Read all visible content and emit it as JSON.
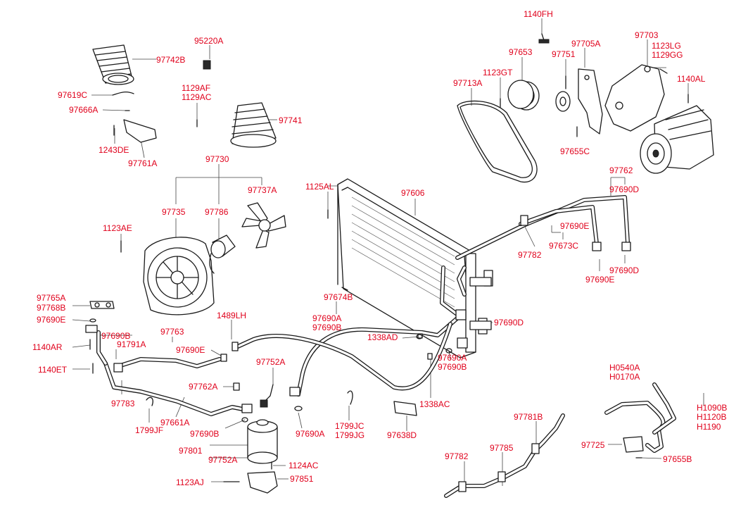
{
  "diagram": {
    "label_color": "#e0001b",
    "labels": {
      "l_1140FH": "1140FH",
      "l_95220A": "95220A",
      "l_97742B": "97742B",
      "l_97653": "97653",
      "l_97705A": "97705A",
      "l_97703": "97703",
      "l_1123LG": "1123LG",
      "l_1129GG": "1129GG",
      "l_97751": "97751",
      "l_1123GT": "1123GT",
      "l_1140AL": "1140AL",
      "l_97713A": "97713A",
      "l_1129AF": "1129AF",
      "l_1129AC": "1129AC",
      "l_97619C": "97619C",
      "l_97666A": "97666A",
      "l_97741": "97741",
      "l_97655C_top": "97655C",
      "l_1243DE": "1243DE",
      "l_97761A": "97761A",
      "l_97730": "97730",
      "l_97762_top": "97762",
      "l_97690D_r1": "97690D",
      "l_1125AL": "1125AL",
      "l_97606": "97606",
      "l_97735": "97735",
      "l_97786": "97786",
      "l_97737A": "97737A",
      "l_97690E_r": "97690E",
      "l_97673C": "97673C",
      "l_97782_r": "97782",
      "l_1123AE": "1123AE",
      "l_97690D_r2": "97690D",
      "l_97690E_r2": "97690E",
      "l_97765A": "97765A",
      "l_97768B": "97768B",
      "l_97674B": "97674B",
      "l_97690E_l": "97690E",
      "l_1489LH": "1489LH",
      "l_97690A_m": "97690A",
      "l_97690B_m": "97690B",
      "l_97690D_m": "97690D",
      "l_97690B_l": "97690B",
      "l_97763": "97763",
      "l_1338AD": "1338AD",
      "l_1140AR": "1140AR",
      "l_91791A": "91791A",
      "l_97690E_l2": "97690E",
      "l_97690A_c": "97690A",
      "l_97690B_c": "97690B",
      "l_1140ET": "1140ET",
      "l_97752A_top": "97752A",
      "l_H0540A": "H0540A",
      "l_H0170A": "H0170A",
      "l_97762A": "97762A",
      "l_1338AC": "1338AC",
      "l_97783": "97783",
      "l_H1090B": "H1090B",
      "l_H1120B": "H1120B",
      "l_H1190": "H1190",
      "l_97781B": "97781B",
      "l_97661A": "97661A",
      "l_1799JF": "1799JF",
      "l_1799JC": "1799JC",
      "l_1799JG": "1799JG",
      "l_97690B_b": "97690B",
      "l_97690A_b": "97690A",
      "l_97638D": "97638D",
      "l_97725": "97725",
      "l_97801": "97801",
      "l_97752A_b": "97752A",
      "l_97785": "97785",
      "l_97782_b": "97782",
      "l_97655B": "97655B",
      "l_1124AC": "1124AC",
      "l_1123AJ": "1123AJ",
      "l_97851": "97851"
    }
  }
}
